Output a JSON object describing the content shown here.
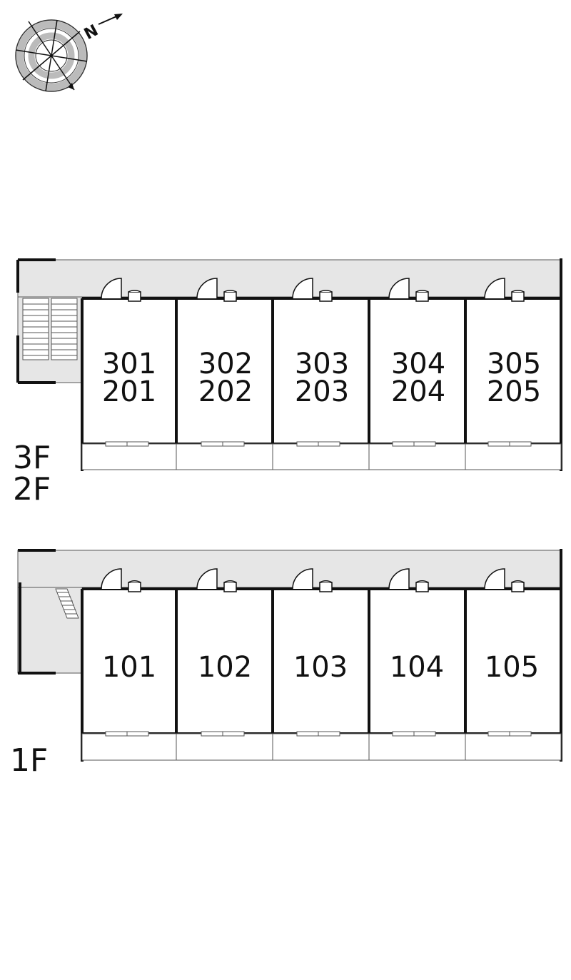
{
  "compass": {
    "north_label": "N",
    "icon": "compass-icon"
  },
  "upper_floor": {
    "floor_labels": [
      "3F",
      "2F"
    ],
    "units": [
      {
        "top": "301",
        "bottom": "201"
      },
      {
        "top": "302",
        "bottom": "202"
      },
      {
        "top": "303",
        "bottom": "203"
      },
      {
        "top": "304",
        "bottom": "204"
      },
      {
        "top": "305",
        "bottom": "205"
      }
    ]
  },
  "lower_floor": {
    "floor_labels": [
      "1F"
    ],
    "units": [
      {
        "top": "101"
      },
      {
        "top": "102"
      },
      {
        "top": "103"
      },
      {
        "top": "104"
      },
      {
        "top": "105"
      }
    ]
  },
  "colors": {
    "wall": "#111111",
    "corridor": "#e6e6e6",
    "line": "#555555",
    "compass_ring": "#bbbbbb"
  }
}
